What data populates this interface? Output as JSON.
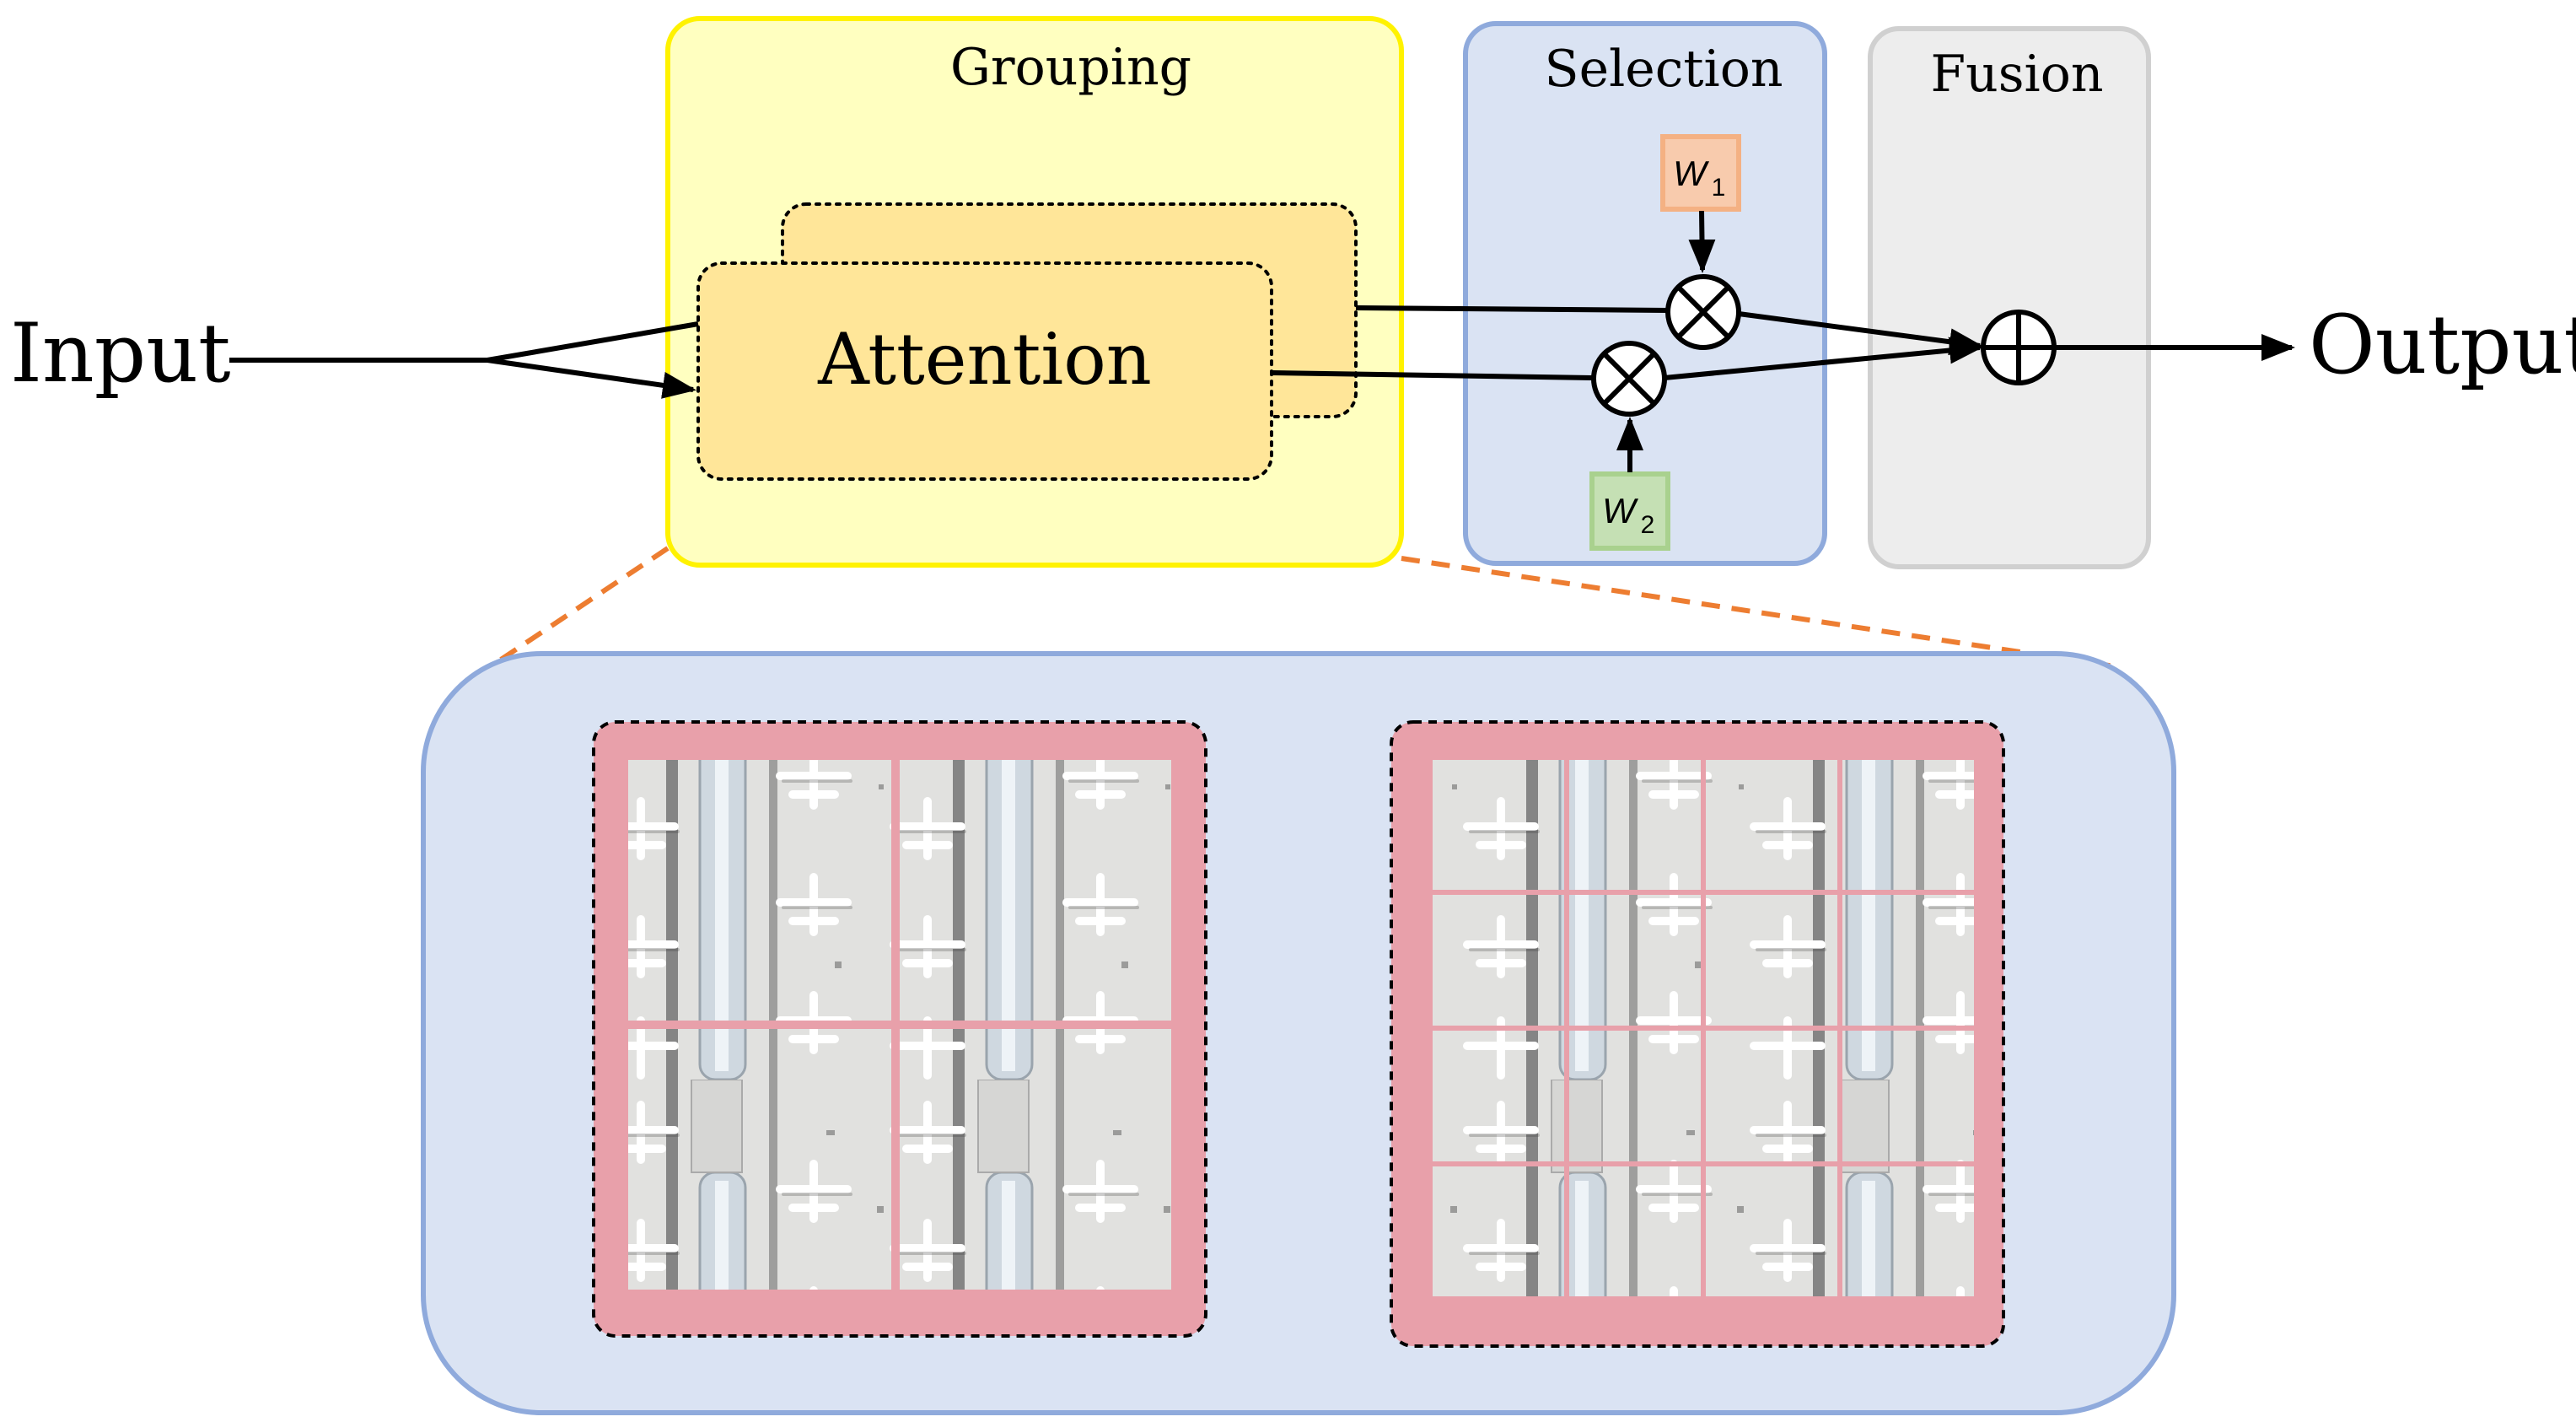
{
  "diagram": {
    "input_label": "Input",
    "output_label": "Output",
    "attention_label": "Attention",
    "stages": [
      {
        "id": "grouping",
        "label": "Grouping"
      },
      {
        "id": "selection",
        "label": "Selection"
      },
      {
        "id": "fusion",
        "label": "Fusion"
      }
    ],
    "weights": [
      {
        "id": "w1",
        "letter": "W",
        "subscript": "1"
      },
      {
        "id": "w2",
        "letter": "W",
        "subscript": "2"
      }
    ],
    "operators": {
      "multiply": "⊗",
      "add": "⊕"
    },
    "detail_panel": {
      "left_grid": {
        "rows": 2,
        "cols": 2
      },
      "right_grid": {
        "rows": 4,
        "cols": 4
      }
    },
    "colors": {
      "grouping_fill": "#FFFFC0",
      "grouping_border": "#FFF200",
      "selection_fill": "#DAE3F3",
      "selection_border": "#8FAADC",
      "fusion_fill": "#EDEDED",
      "fusion_border": "#BFBFBF",
      "attention_fill": "#FFE699",
      "w1_fill": "#F8CBAD",
      "w1_border": "#F4B183",
      "w2_fill": "#C5E0B4",
      "w2_border": "#A9D18E",
      "zoom_line": "#ED7D31",
      "detail_fill": "#DAE3F3",
      "detail_border": "#8FAADC",
      "pink_frame": "#E8A0AA"
    }
  }
}
